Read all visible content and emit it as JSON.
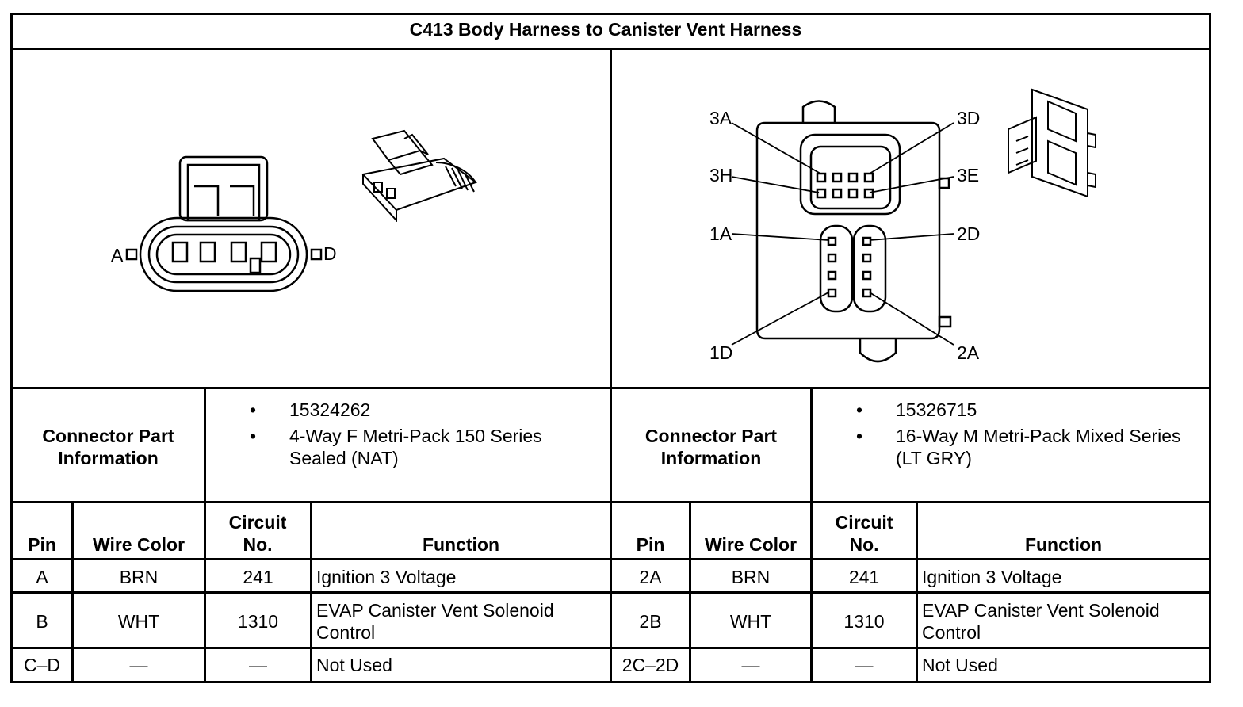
{
  "title": "C413 Body Harness to Canister Vent Harness",
  "left": {
    "pin_labels": {
      "a": "A",
      "d": "D"
    },
    "part_header": "Connector Part Information",
    "part_info": [
      "15324262",
      "4-Way F Metri-Pack 150 Series Sealed (NAT)"
    ],
    "columns": [
      "Pin",
      "Wire Color",
      "Circuit No.",
      "Function"
    ],
    "rows": [
      {
        "pin": "A",
        "wire": "BRN",
        "circuit": "241",
        "function": "Ignition 3 Voltage"
      },
      {
        "pin": "B",
        "wire": "WHT",
        "circuit": "1310",
        "function": "EVAP Canister Vent Solenoid Control"
      },
      {
        "pin": "C–D",
        "wire": "—",
        "circuit": "—",
        "function": "Not Used"
      }
    ]
  },
  "right": {
    "pin_labels": {
      "p3a": "3A",
      "p3d": "3D",
      "p3h": "3H",
      "p3e": "3E",
      "p1a": "1A",
      "p2d": "2D",
      "p1d": "1D",
      "p2a": "2A"
    },
    "part_header": "Connector Part Information",
    "part_info": [
      "15326715",
      "16-Way M Metri-Pack Mixed Series (LT GRY)"
    ],
    "columns": [
      "Pin",
      "Wire Color",
      "Circuit No.",
      "Function"
    ],
    "rows": [
      {
        "pin": "2A",
        "wire": "BRN",
        "circuit": "241",
        "function": "Ignition 3 Voltage"
      },
      {
        "pin": "2B",
        "wire": "WHT",
        "circuit": "1310",
        "function": "EVAP Canister Vent Solenoid Control"
      },
      {
        "pin": "2C–2D",
        "wire": "—",
        "circuit": "—",
        "function": "Not Used"
      }
    ]
  }
}
